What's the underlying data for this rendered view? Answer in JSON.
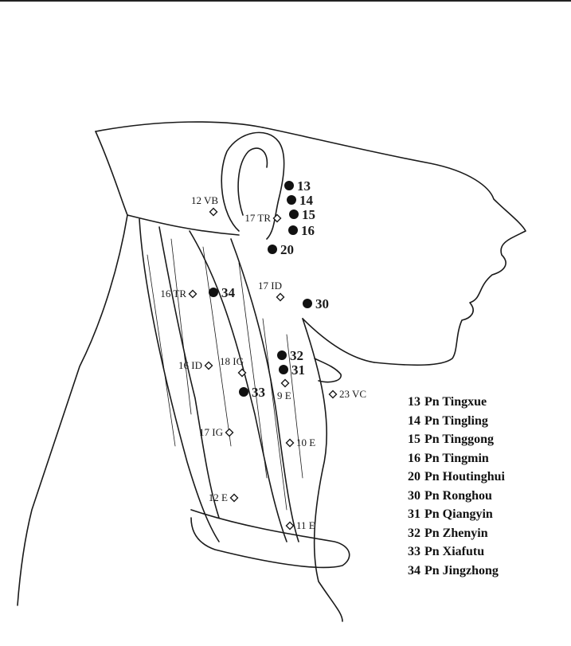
{
  "colors": {
    "ink": "#1a1a1a",
    "marker_fill_solid": "#111111",
    "marker_fill_open": "#ffffff",
    "paper": "#ffffff"
  },
  "points_solid": [
    {
      "label": "13"
    },
    {
      "label": "14"
    },
    {
      "label": "15"
    },
    {
      "label": "16"
    },
    {
      "label": "20"
    },
    {
      "label": "34"
    },
    {
      "label": "30"
    },
    {
      "label": "32"
    },
    {
      "label": "31"
    },
    {
      "label": "33"
    }
  ],
  "points_open": [
    {
      "label": "12 VB"
    },
    {
      "label": "17 TR"
    },
    {
      "label": "17 ID"
    },
    {
      "label": "16 TR"
    },
    {
      "label": "18 IG"
    },
    {
      "label": "16 ID"
    },
    {
      "label": "9 E"
    },
    {
      "label": "23 VC"
    },
    {
      "label": "17 IG"
    },
    {
      "label": "10 E"
    },
    {
      "label": "12 E"
    },
    {
      "label": "11 E"
    }
  ],
  "legend": [
    {
      "number": "13",
      "name": "Pn Tingxue"
    },
    {
      "number": "14",
      "name": "Pn Tingling"
    },
    {
      "number": "15",
      "name": "Pn Tinggong"
    },
    {
      "number": "16",
      "name": "Pn Tingmin"
    },
    {
      "number": "20",
      "name": "Pn Houtinghui"
    },
    {
      "number": "30",
      "name": "Pn Ronghou"
    },
    {
      "number": "31",
      "name": "Pn Qiangyin"
    },
    {
      "number": "32",
      "name": "Pn Zhenyin"
    },
    {
      "number": "33",
      "name": "Pn Xiafutu"
    },
    {
      "number": "34",
      "name": "Pn Jingzhong"
    }
  ]
}
